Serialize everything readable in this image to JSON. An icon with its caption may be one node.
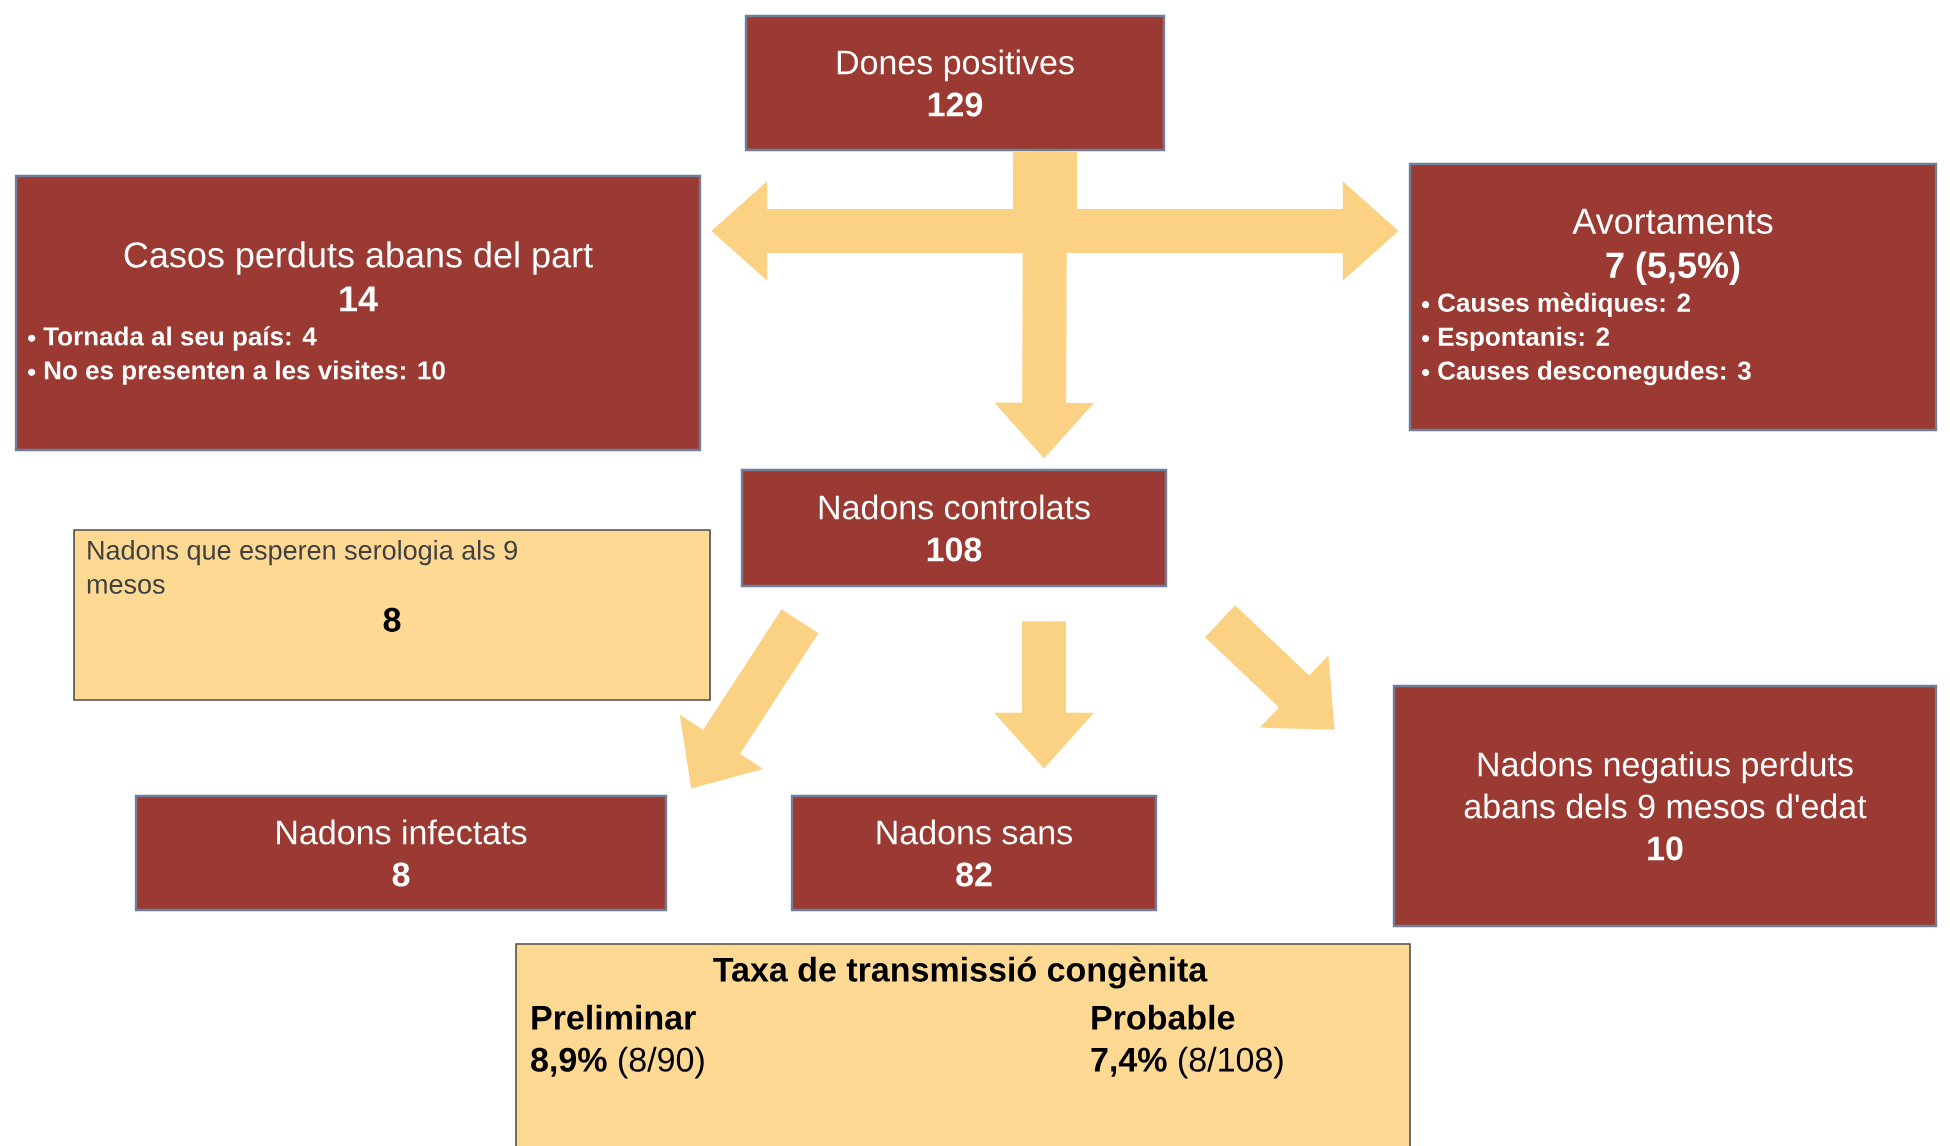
{
  "diagram": {
    "nodes": [
      {
        "text": [
          "Dones positives",
          "129"
        ]
      },
      {
        "text": [
          "Casos perduts abans del part",
          "14",
          "Tornada al seu país: 4",
          "No es presenten a les visites: 10"
        ]
      },
      {
        "text": [
          "Avortaments",
          "7 (5,5%)",
          "Causes mèdiques: 2",
          "Espontanis: 2",
          "Causes desconegudes: 3"
        ]
      },
      {
        "text": [
          "Nadons controlats",
          "108"
        ]
      },
      {
        "text": [
          "Nadons que esperen serologia als 9 mesos",
          "8"
        ]
      },
      {
        "text": [
          "Nadons infectats",
          "8"
        ]
      },
      {
        "text": [
          "Nadons sans",
          "82"
        ]
      },
      {
        "text": [
          "Nadons negatius perduts abans dels 9 mesos d'edat",
          "10"
        ]
      },
      {
        "text": [
          "Taxa de transmissió congènita",
          "Preliminar",
          "**8,9%** (8/90)",
          "Probable",
          "**7,4%** (8/108)"
        ]
      }
    ],
    "edges": [
      {
        "from": 0,
        "to": 1,
        "arrow": "to"
      },
      {
        "from": 0,
        "to": 3,
        "arrow": "to"
      },
      {
        "from": 0,
        "to": 2,
        "arrow": "to"
      },
      {
        "from": 3,
        "to": 5,
        "arrow": "to"
      },
      {
        "from": 3,
        "to": 6,
        "arrow": "to"
      },
      {
        "from": 3,
        "to": 7,
        "arrow": "to"
      }
    ]
  }
}
